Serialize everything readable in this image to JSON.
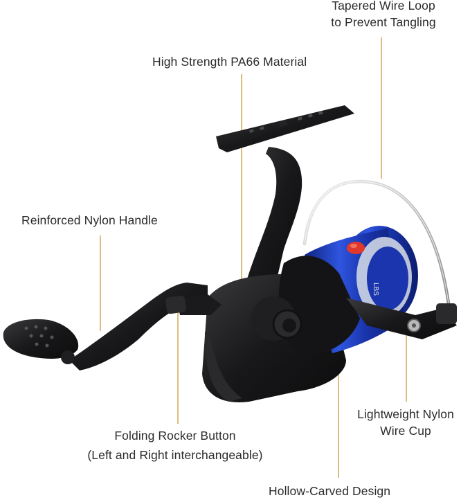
{
  "product": {
    "name": "Spinning Fishing Reel",
    "colors": {
      "body": "#1c1c1e",
      "spool": "#1f3fb8",
      "spool_highlight": "#4a6cf0",
      "knob": "#e0382a",
      "leader_line": "#c99a3c"
    }
  },
  "callouts": {
    "wire_loop": {
      "line1": "Tapered Wire Loop",
      "line2": "to Prevent Tangling"
    },
    "material": {
      "text": "High Strength PA66 Material"
    },
    "handle": {
      "text": "Reinforced Nylon Handle"
    },
    "wire_cup": {
      "line1": "Lightweight Nylon",
      "line2": "Wire Cup"
    },
    "rocker": {
      "line1": "Folding Rocker Button",
      "line2": "(Left and Right interchangeable)"
    },
    "hollow": {
      "text": "Hollow-Carved Design"
    }
  },
  "icons": [
    "fishing-reel-illustration"
  ]
}
